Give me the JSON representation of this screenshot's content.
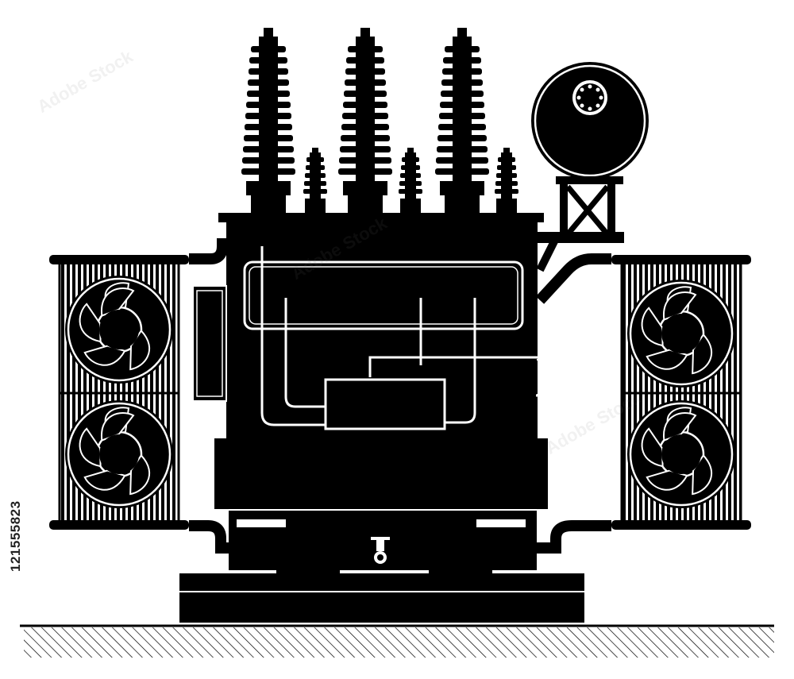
{
  "image": {
    "subject": "power-transformer-silhouette",
    "stock_id": "121555823",
    "watermark_text": "Adobe Stock",
    "colors": {
      "ink": "#000000",
      "background": "#ffffff",
      "watermark": "#bdbdbd"
    },
    "icons": [
      "bushing-icon",
      "fan-icon",
      "radiator-icon",
      "conservator-tank-icon",
      "valve-icon",
      "ground-hatch"
    ]
  }
}
